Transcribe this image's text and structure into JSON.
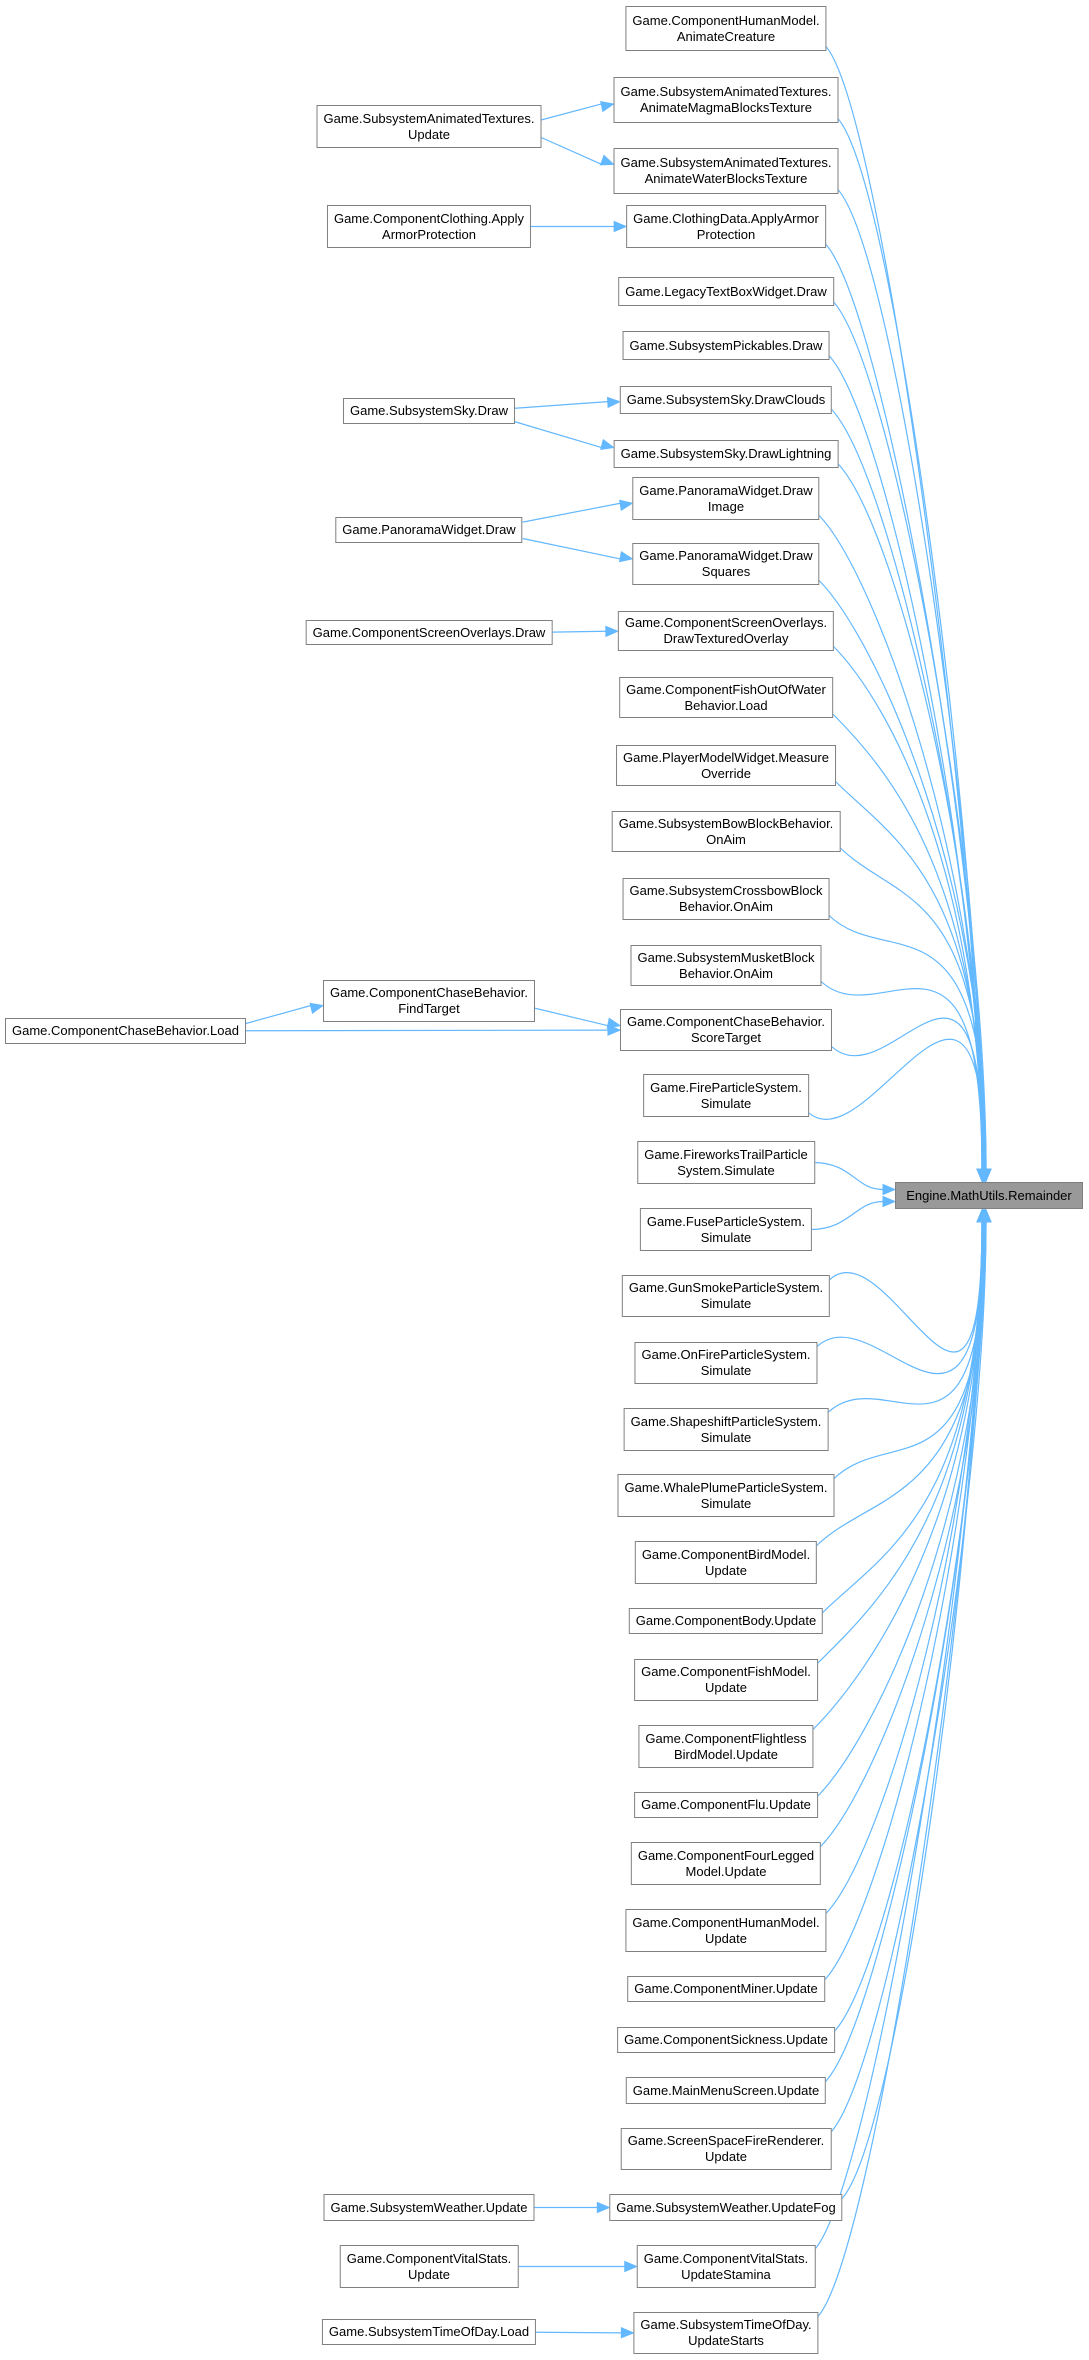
{
  "graph": {
    "type": "caller-graph",
    "target": {
      "id": "target",
      "label": "Engine.MathUtils.Remainder"
    },
    "callers": [
      {
        "id": "m1",
        "label": "Game.ComponentHumanModel.\nAnimateCreature"
      },
      {
        "id": "m2",
        "label": "Game.SubsystemAnimatedTextures.\nAnimateMagmaBlocksTexture"
      },
      {
        "id": "m3",
        "label": "Game.SubsystemAnimatedTextures.\nAnimateWaterBlocksTexture"
      },
      {
        "id": "m4",
        "label": "Game.ClothingData.ApplyArmor\nProtection"
      },
      {
        "id": "m5",
        "label": "Game.LegacyTextBoxWidget.Draw"
      },
      {
        "id": "m6",
        "label": "Game.SubsystemPickables.Draw"
      },
      {
        "id": "m7",
        "label": "Game.SubsystemSky.DrawClouds"
      },
      {
        "id": "m8",
        "label": "Game.SubsystemSky.DrawLightning"
      },
      {
        "id": "m9",
        "label": "Game.PanoramaWidget.Draw\nImage"
      },
      {
        "id": "m10",
        "label": "Game.PanoramaWidget.Draw\nSquares"
      },
      {
        "id": "m11",
        "label": "Game.ComponentScreenOverlays.\nDrawTexturedOverlay"
      },
      {
        "id": "m12",
        "label": "Game.ComponentFishOutOfWater\nBehavior.Load"
      },
      {
        "id": "m13",
        "label": "Game.PlayerModelWidget.Measure\nOverride"
      },
      {
        "id": "m14",
        "label": "Game.SubsystemBowBlockBehavior.\nOnAim"
      },
      {
        "id": "m15",
        "label": "Game.SubsystemCrossbowBlock\nBehavior.OnAim"
      },
      {
        "id": "m16",
        "label": "Game.SubsystemMusketBlock\nBehavior.OnAim"
      },
      {
        "id": "m17",
        "label": "Game.ComponentChaseBehavior.\nScoreTarget"
      },
      {
        "id": "m18",
        "label": "Game.FireParticleSystem.\nSimulate"
      },
      {
        "id": "m19",
        "label": "Game.FireworksTrailParticle\nSystem.Simulate"
      },
      {
        "id": "m20",
        "label": "Game.FuseParticleSystem.\nSimulate"
      },
      {
        "id": "m21",
        "label": "Game.GunSmokeParticleSystem.\nSimulate"
      },
      {
        "id": "m22",
        "label": "Game.OnFireParticleSystem.\nSimulate"
      },
      {
        "id": "m23",
        "label": "Game.ShapeshiftParticleSystem.\nSimulate"
      },
      {
        "id": "m24",
        "label": "Game.WhalePlumeParticleSystem.\nSimulate"
      },
      {
        "id": "m25",
        "label": "Game.ComponentBirdModel.\nUpdate"
      },
      {
        "id": "m26",
        "label": "Game.ComponentBody.Update"
      },
      {
        "id": "m27",
        "label": "Game.ComponentFishModel.\nUpdate"
      },
      {
        "id": "m28",
        "label": "Game.ComponentFlightless\nBirdModel.Update"
      },
      {
        "id": "m29",
        "label": "Game.ComponentFlu.Update"
      },
      {
        "id": "m30",
        "label": "Game.ComponentFourLegged\nModel.Update"
      },
      {
        "id": "m31",
        "label": "Game.ComponentHumanModel.\nUpdate"
      },
      {
        "id": "m32",
        "label": "Game.ComponentMiner.Update"
      },
      {
        "id": "m33",
        "label": "Game.ComponentSickness.Update"
      },
      {
        "id": "m34",
        "label": "Game.MainMenuScreen.Update"
      },
      {
        "id": "m35",
        "label": "Game.ScreenSpaceFireRenderer.\nUpdate"
      },
      {
        "id": "m36",
        "label": "Game.SubsystemWeather.UpdateFog"
      },
      {
        "id": "m37",
        "label": "Game.ComponentVitalStats.\nUpdateStamina"
      },
      {
        "id": "m38",
        "label": "Game.SubsystemTimeOfDay.\nUpdateStarts"
      }
    ],
    "second_level_callers": [
      {
        "id": "l1",
        "label": "Game.SubsystemAnimatedTextures.\nUpdate",
        "calls": [
          "m2",
          "m3"
        ]
      },
      {
        "id": "l2",
        "label": "Game.ComponentClothing.Apply\nArmorProtection",
        "calls": [
          "m4"
        ]
      },
      {
        "id": "l3",
        "label": "Game.SubsystemSky.Draw",
        "calls": [
          "m7",
          "m8"
        ]
      },
      {
        "id": "l4",
        "label": "Game.PanoramaWidget.Draw",
        "calls": [
          "m9",
          "m10"
        ]
      },
      {
        "id": "l5",
        "label": "Game.ComponentScreenOverlays.Draw",
        "calls": [
          "m11"
        ]
      },
      {
        "id": "l6",
        "label": "Game.ComponentChaseBehavior.\nFindTarget",
        "calls": [
          "m17"
        ]
      },
      {
        "id": "l8",
        "label": "Game.SubsystemWeather.Update",
        "calls": [
          "m36"
        ]
      },
      {
        "id": "l9",
        "label": "Game.ComponentVitalStats.\nUpdate",
        "calls": [
          "m37"
        ]
      },
      {
        "id": "l10",
        "label": "Game.SubsystemTimeOfDay.Load",
        "calls": [
          "m38"
        ]
      }
    ],
    "third_level_callers": [
      {
        "id": "l7",
        "label": "Game.ComponentChaseBehavior.Load",
        "calls": [
          "l6",
          "m17"
        ]
      }
    ],
    "colors": {
      "edge": "#63b8ff",
      "node_border": "#808080",
      "target_fill": "#999999"
    }
  }
}
